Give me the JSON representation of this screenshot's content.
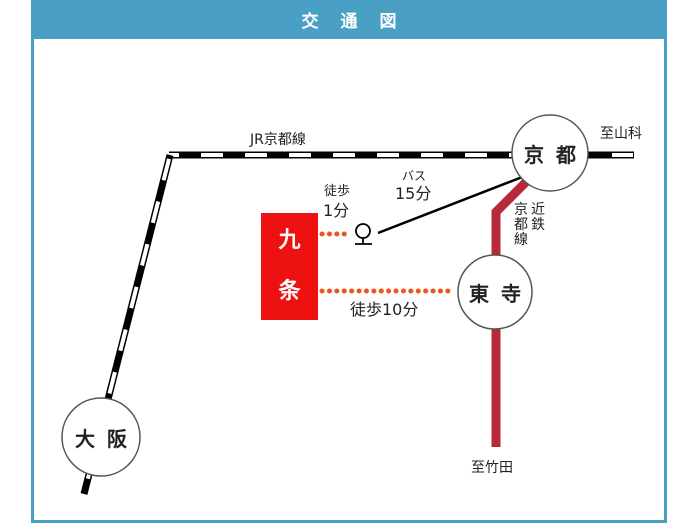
{
  "header": {
    "title_chars": [
      "交",
      "通",
      "図"
    ]
  },
  "colors": {
    "frame": "#4a9fc4",
    "kujo_box": "#ee1111",
    "kintetsu_line": "#b8293a",
    "walk_dots": "#ee5522",
    "rail": "#000000"
  },
  "lines": {
    "jr": {
      "label": "JR京都線"
    },
    "kintetsu": {
      "label_cols": [
        "近鉄",
        "京都線"
      ]
    },
    "yamashina": {
      "label": "至山科"
    },
    "takeda": {
      "label": "至竹田"
    }
  },
  "stations": {
    "kyoto": {
      "chars": [
        "京",
        "都"
      ]
    },
    "toji": {
      "chars": [
        "東",
        "寺"
      ]
    },
    "osaka": {
      "chars": [
        "大",
        "阪"
      ]
    },
    "kujo": {
      "chars": [
        "九",
        "条"
      ]
    }
  },
  "routes": {
    "walk_to_bus": {
      "mode": "徒歩",
      "time": "1分"
    },
    "bus": {
      "mode": "バス",
      "time": "15分"
    },
    "walk_to_toji": {
      "text": "徒歩10分"
    }
  },
  "icons": {
    "bus_stop": "bus-stop-icon"
  }
}
